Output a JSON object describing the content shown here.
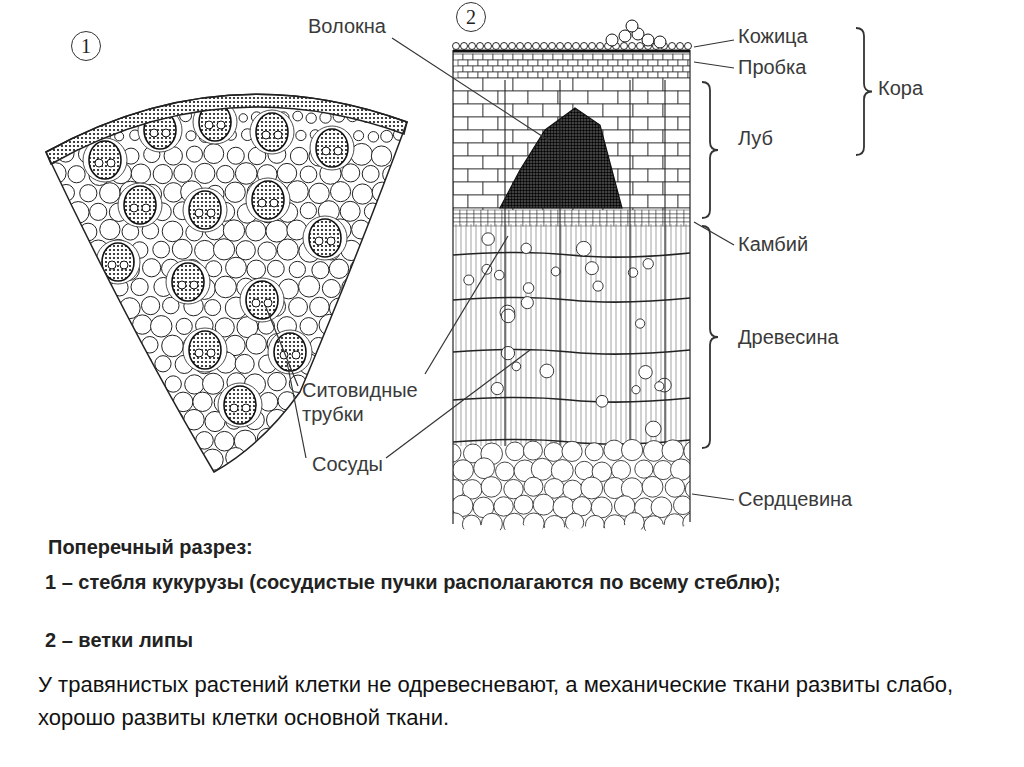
{
  "diagram": {
    "nodes": [
      {
        "text": [
          "1"
        ]
      },
      {
        "text": [
          "2"
        ]
      }
    ],
    "labels": [
      "Волокна",
      "Кожица",
      "Пробка",
      "Кора",
      "Луб",
      "Камбий",
      "Древесина",
      "Ситовидные трубки",
      "Сосуды",
      "Сердцевина",
      "Поперечный разрез:",
      "1 – стебля кукурузы (сосудистые пучки располагаются по всему стеблю);",
      "2 – ветки липы",
      "У травянистых растений клетки не одревесневают, а механические ткани развиты слабо, хорошо развиты клетки основной ткани."
    ]
  }
}
